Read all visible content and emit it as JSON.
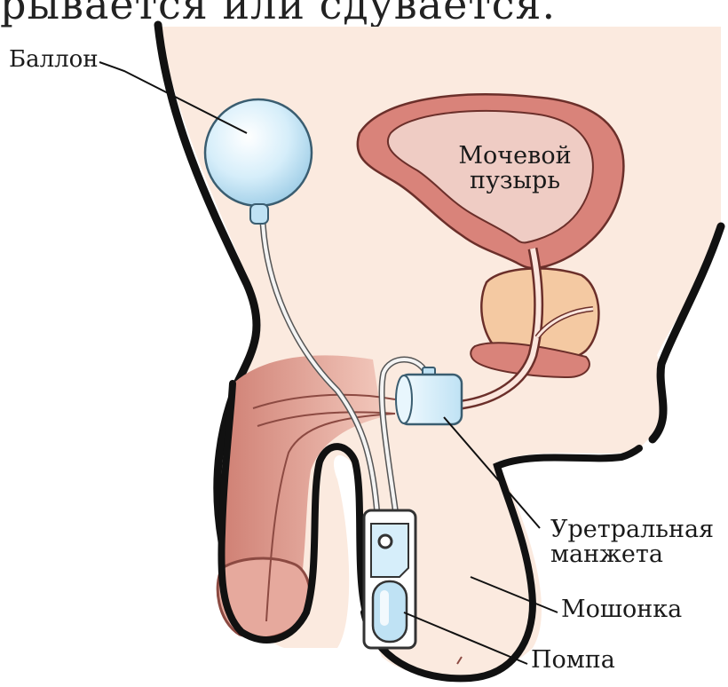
{
  "heading": "рывается или сдувается.",
  "labels": {
    "balloon": "Баллон",
    "bladder_line1": "Мочевой",
    "bladder_line2": "пузырь",
    "cuff_line1": "Уретральная",
    "cuff_line2": "манжета",
    "scrotum": "Мошонка",
    "pump": "Помпа"
  },
  "colors": {
    "skin": "#fbeadf",
    "outline": "#111111",
    "tissue": "#d9837a",
    "tissue_light": "#ecc0b6",
    "prostate": "#f4c9a2",
    "device_blue": "#cfe9f7",
    "tube": "#f3f3f3"
  }
}
